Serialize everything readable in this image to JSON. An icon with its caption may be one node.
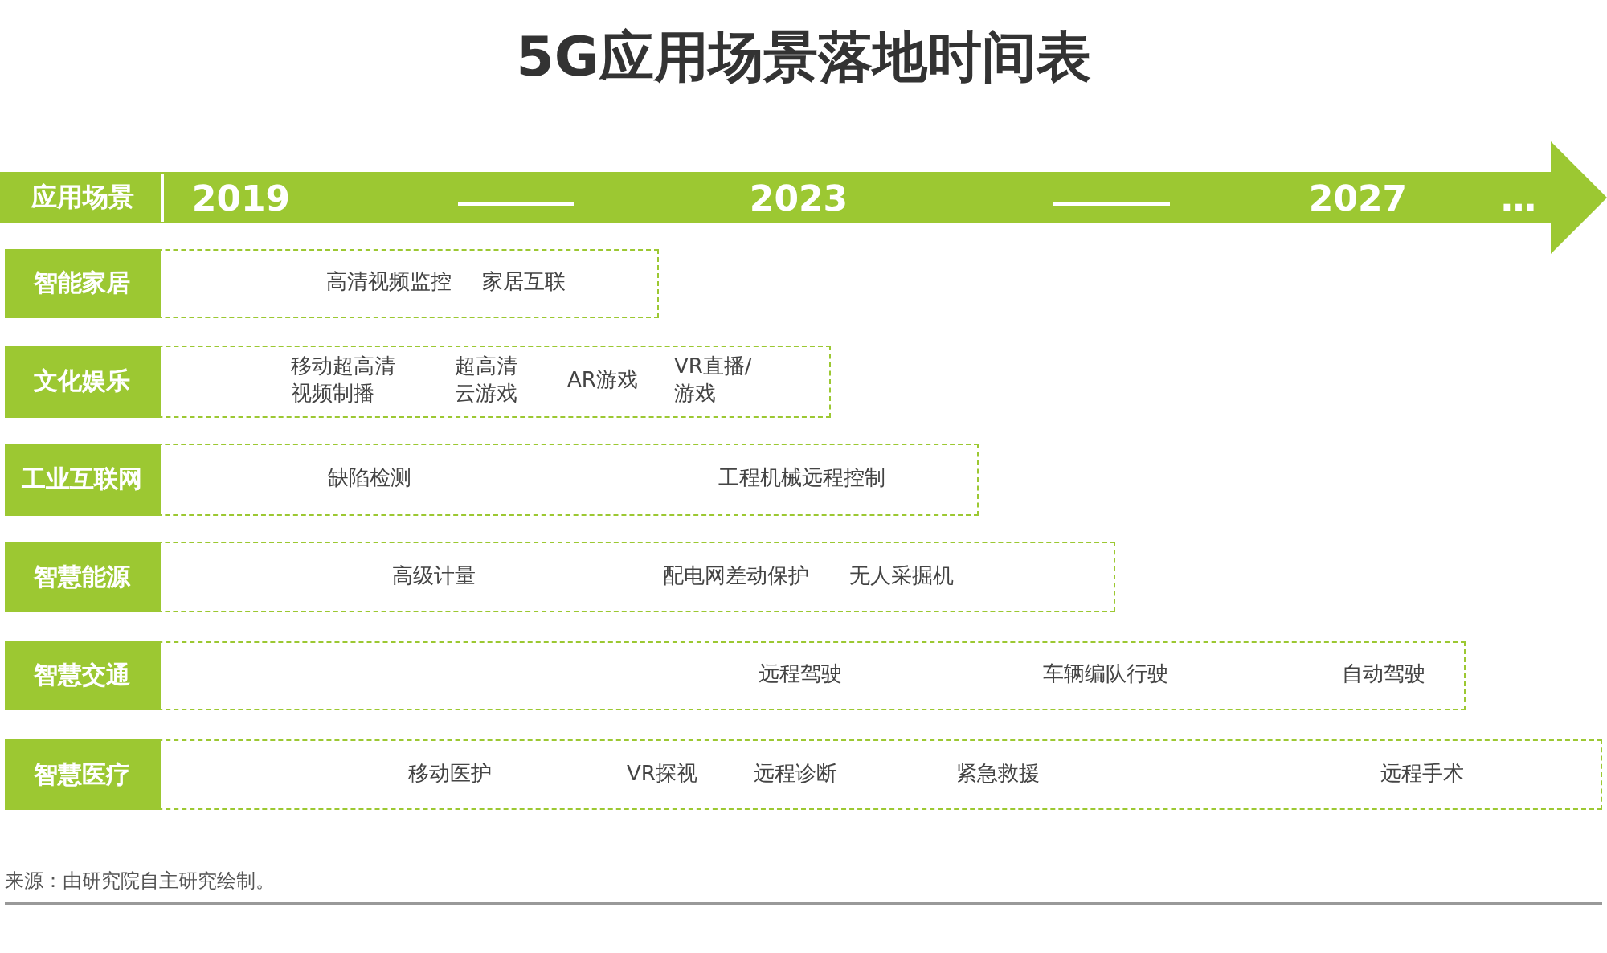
{
  "diagram": {
    "title": "5G应用场景落地时间表",
    "nodes": [
      {
        "text": [
          "2019",
          "2023",
          "2027",
          "…"
        ]
      },
      {
        "text": [
          "应用场景"
        ],
        "in": 0
      },
      {
        "text": [
          "智能家居",
          "高清视频监控",
          "家居互联"
        ]
      },
      {
        "text": [
          "文化娱乐",
          "移动超高清视频制播",
          "超高清云游戏",
          "AR游戏",
          "VR直播/游戏"
        ]
      },
      {
        "text": [
          "工业互联网",
          "缺陷检测",
          "工程机械远程控制"
        ]
      },
      {
        "text": [
          "智慧能源",
          "高级计量",
          "配电网差动保护",
          "无人采掘机"
        ]
      },
      {
        "text": [
          "智慧交通",
          "远程驾驶",
          "车辆编队行驶",
          "自动驾驶"
        ]
      },
      {
        "text": [
          "智慧医疗",
          "移动医护",
          "VR探视",
          "远程诊断",
          "紧急救援",
          "远程手术"
        ]
      }
    ],
    "labels": [
      "来源：由研究院自主研究绘制。"
    ]
  }
}
